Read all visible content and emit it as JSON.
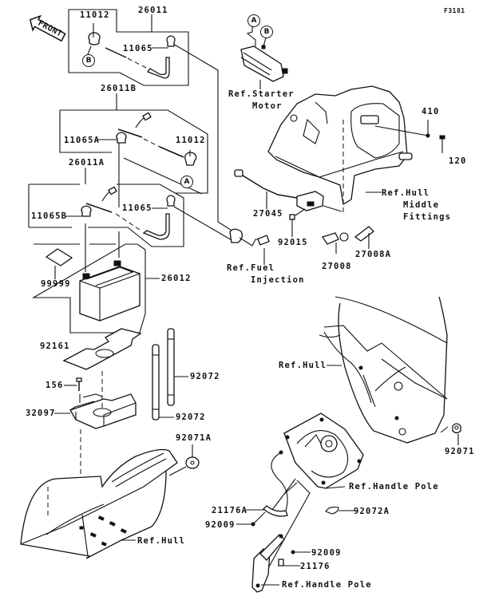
{
  "figure_code": "F3181",
  "front_indicator": "FRONT",
  "circle_markers": {
    "a": "A",
    "b": "B"
  },
  "parts": {
    "p26011": "26011",
    "p11012_top": "11012",
    "p11065_top": "11065",
    "p26011B": "26011B",
    "p11065A": "11065A",
    "p11012_mid": "11012",
    "p26011A": "26011A",
    "p11065B": "11065B",
    "p11065_mid": "11065",
    "p99999": "99999",
    "p26012": "26012",
    "p92161": "92161",
    "p156": "156",
    "p32097": "32097",
    "p92072_a": "92072",
    "p92072_b": "92072",
    "p92071A": "92071A",
    "p410": "410",
    "p120": "120",
    "p27045": "27045",
    "p92015": "92015",
    "p27008": "27008",
    "p27008A": "27008A",
    "p92071": "92071",
    "p21176A": "21176A",
    "p92009_a": "92009",
    "p92072A": "92072A",
    "p92009_b": "92009",
    "p21176": "21176"
  },
  "refs": {
    "starter_motor_1": "Ref.Starter",
    "starter_motor_2": "Motor",
    "hull_middle_1": "Ref.Hull",
    "hull_middle_2": "Middle",
    "hull_middle_3": "Fittings",
    "fuel_injection_1": "Ref.Fuel",
    "fuel_injection_2": "Injection",
    "hull_right": "Ref.Hull",
    "hull_bottom": "Ref.Hull",
    "handle_pole_1": "Ref.Handle Pole",
    "handle_pole_2": "Ref.Handle Pole"
  }
}
